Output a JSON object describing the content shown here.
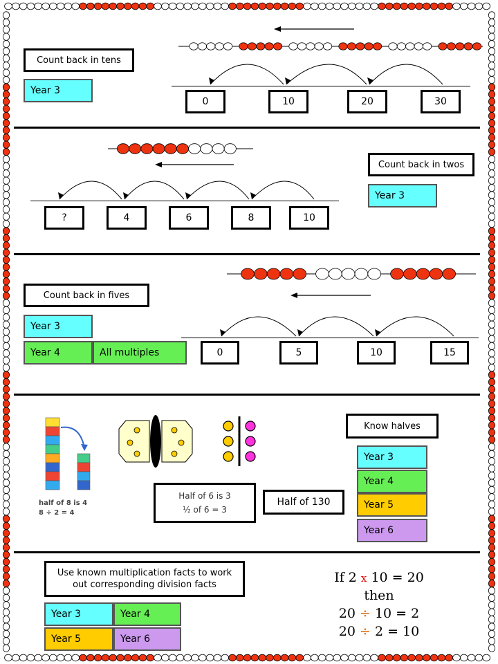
{
  "colors": {
    "cyan": "#66ffff",
    "green": "#66ee55",
    "gold": "#ffcc00",
    "purple": "#cc99ee",
    "bead_red": "#ee3311",
    "multiply_red": "#dd0000"
  },
  "sections": {
    "tens": {
      "title": "Count back in tens",
      "years": [
        "Year 3"
      ],
      "numbers": [
        "0",
        "10",
        "20",
        "30"
      ]
    },
    "twos": {
      "title": "Count back in twos",
      "years": [
        "Year 3"
      ],
      "numbers": [
        "?",
        "4",
        "6",
        "8",
        "10"
      ]
    },
    "fives": {
      "title": "Count back in fives",
      "years": [
        "Year 3",
        "Year 4",
        "All multiples"
      ],
      "numbers": [
        "0",
        "5",
        "10",
        "15"
      ]
    },
    "halves": {
      "title": "Know halves",
      "years": [
        "Year 3",
        "Year 4",
        "Year 5",
        "Year 6"
      ],
      "cube_caption_1": "half of 8 is 4",
      "cube_caption_2": "8 ÷ 2 = 4",
      "half_box_line1": "Half of 6 is 3",
      "half_box_line2": "½ of 6 = 3",
      "half_130": "Half of 130"
    },
    "division": {
      "title": "Use known multiplication facts to work out corresponding division facts",
      "years": [
        "Year 3",
        "Year 4",
        "Year 5",
        "Year 6"
      ],
      "eq1_a": "If 2",
      "eq1_op": "x",
      "eq1_b": "10 = 20",
      "eq2": "then",
      "eq3_a": "20",
      "eq3_op": "÷",
      "eq3_b": "10 = 2",
      "eq4_a": "20",
      "eq4_op": "÷",
      "eq4_b": "2 = 10"
    }
  }
}
